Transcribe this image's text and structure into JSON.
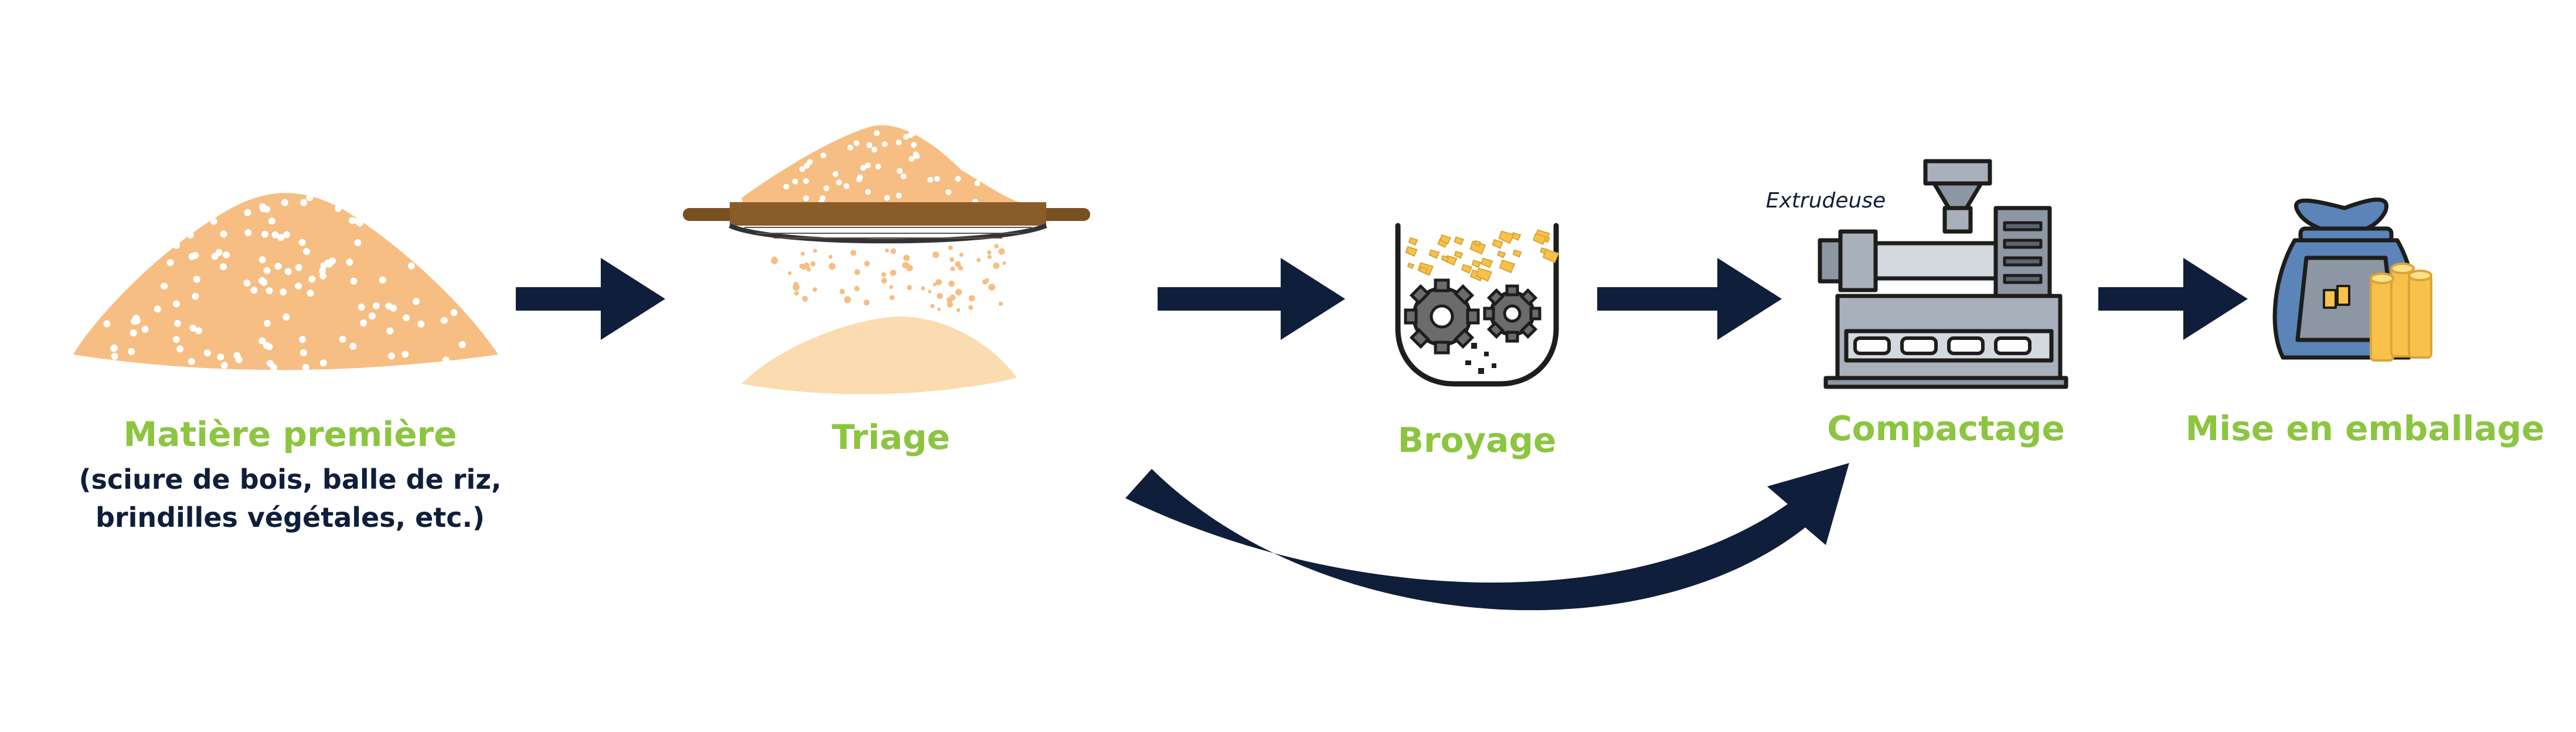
{
  "steps": [
    {
      "label": "Matière première",
      "sub_lines": [
        "(sciure de bois, balle de riz,",
        "brindilles végétales, etc.)"
      ]
    },
    {
      "label": "Triage"
    },
    {
      "label": "Broyage"
    },
    {
      "label": "Compactage",
      "machine_caption": "Extrudeuse"
    },
    {
      "label": "Mise en emballage"
    }
  ],
  "colors": {
    "arrow": "#0f1e3a",
    "label": "#8cc540",
    "sawdust": "#f6be82",
    "sorted_sawdust": "#fbdcb0",
    "sieve_wood": "#7a5022",
    "machine_gray": "#8d96a3",
    "bag_blue": "#5b84b8",
    "pellet_yellow": "#f8c14a",
    "outline": "#1d1d1b"
  },
  "icons": [
    "sawdust-pile-icon",
    "sieve-icon",
    "grinder-icon",
    "extruder-icon",
    "pellet-bag-icon"
  ]
}
